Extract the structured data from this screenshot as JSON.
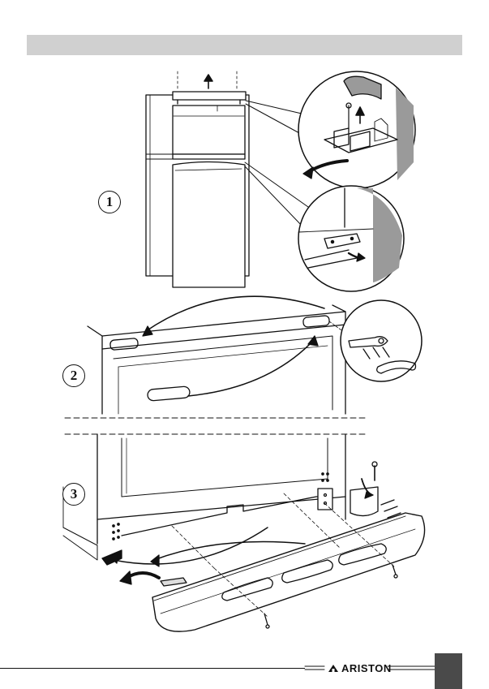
{
  "steps": [
    {
      "label": "1"
    },
    {
      "label": "2"
    },
    {
      "label": "3"
    }
  ],
  "footer": {
    "brand_name": "ARISTON",
    "brand_logo_icon": "ariston-house-icon"
  },
  "colors": {
    "header_band": "#d0d0d0",
    "page_tab": "#4a4a4a",
    "line_art": "#111111",
    "shading": "#9a9a9a"
  }
}
